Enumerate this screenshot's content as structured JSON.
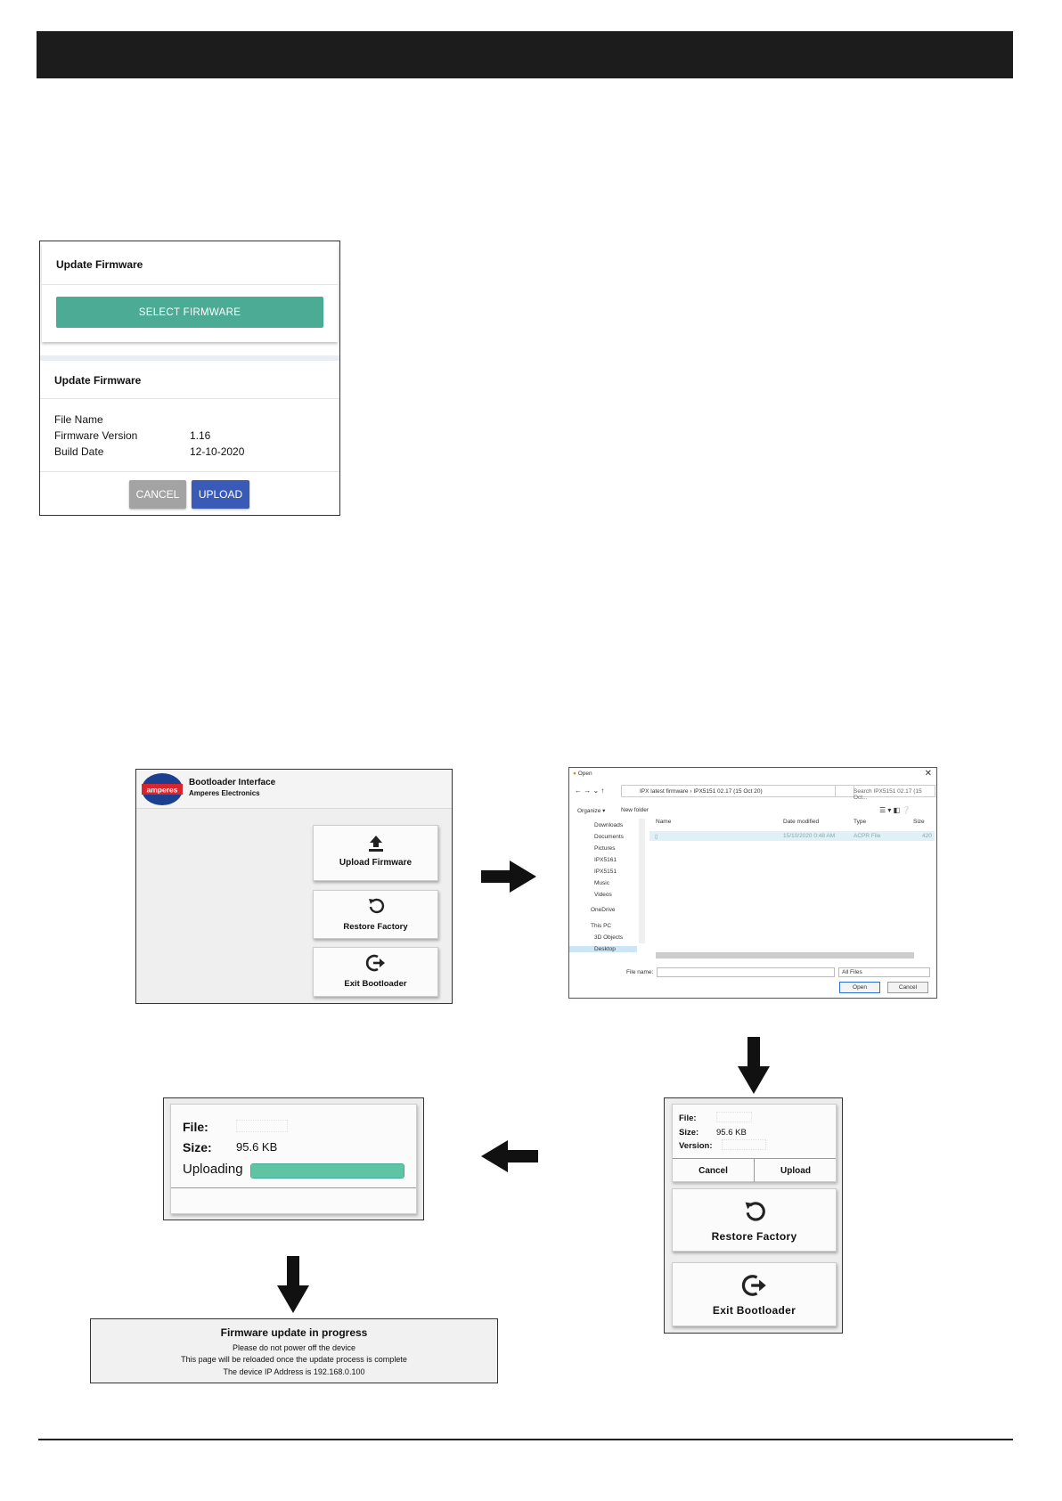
{
  "update_firmware_panel": {
    "card1_title": "Update Firmware",
    "select_button": "SELECT FIRMWARE",
    "card2_title": "Update Firmware",
    "fields": [
      {
        "label": "File Name",
        "value": ""
      },
      {
        "label": "Firmware Version",
        "value": "1.16"
      },
      {
        "label": "Build Date",
        "value": "12-10-2020"
      }
    ],
    "cancel_button": "CANCEL",
    "upload_button": "UPLOAD",
    "colors": {
      "select": "#4bab95",
      "cancel": "#a3a3a3",
      "upload": "#3a5ab8"
    }
  },
  "bootloader_panel": {
    "logo_text": "amperes",
    "title": "Bootloader Interface",
    "subtitle": "Amperes Electronics",
    "buttons": [
      {
        "label": "Upload Firmware",
        "icon": "upload-icon"
      },
      {
        "label": "Restore Factory",
        "icon": "restore-icon"
      },
      {
        "label": "Exit Bootloader",
        "icon": "exit-icon"
      }
    ]
  },
  "open_dialog": {
    "title": "Open",
    "address": "IPX latest firmware  ›  IPX5151 02.17 (15 Oct 20)",
    "search_placeholder": "Search IPX5151 02.17 (15 Oct...",
    "organize": "Organize ▾",
    "new_folder": "New folder",
    "nav_items": [
      "Downloads",
      "Documents",
      "Pictures",
      "IPX5161",
      "IPX5151",
      "Music",
      "Videos",
      "OneDrive",
      "This PC",
      "3D Objects",
      "Desktop"
    ],
    "columns": [
      "Name",
      "Date modified",
      "Type",
      "Size"
    ],
    "file_row": {
      "date": "15/10/2020 0:48 AM",
      "type": "ACPR File",
      "size": "420"
    },
    "file_name_label": "File name:",
    "file_type": "All Files",
    "open_button": "Open",
    "cancel_button": "Cancel"
  },
  "upload_confirm_panel": {
    "file_label": "File:",
    "size_label": "Size:",
    "size_value": "95.6 KB",
    "version_label": "Version:",
    "cancel_button": "Cancel",
    "upload_button": "Upload",
    "restore_label": "Restore Factory",
    "exit_label": "Exit Bootloader"
  },
  "uploading_panel": {
    "file_label": "File:",
    "size_label": "Size:",
    "size_value": "95.6 KB",
    "uploading_label": "Uploading",
    "progress": 1.0,
    "bar_color": "#5ec4a2"
  },
  "progress_message": {
    "heading": "Firmware update in progress",
    "line1": "Please do not power off the device",
    "line2": "This page will be reloaded once the update process is complete",
    "line3": "The device IP Address is 192.168.0.100"
  }
}
